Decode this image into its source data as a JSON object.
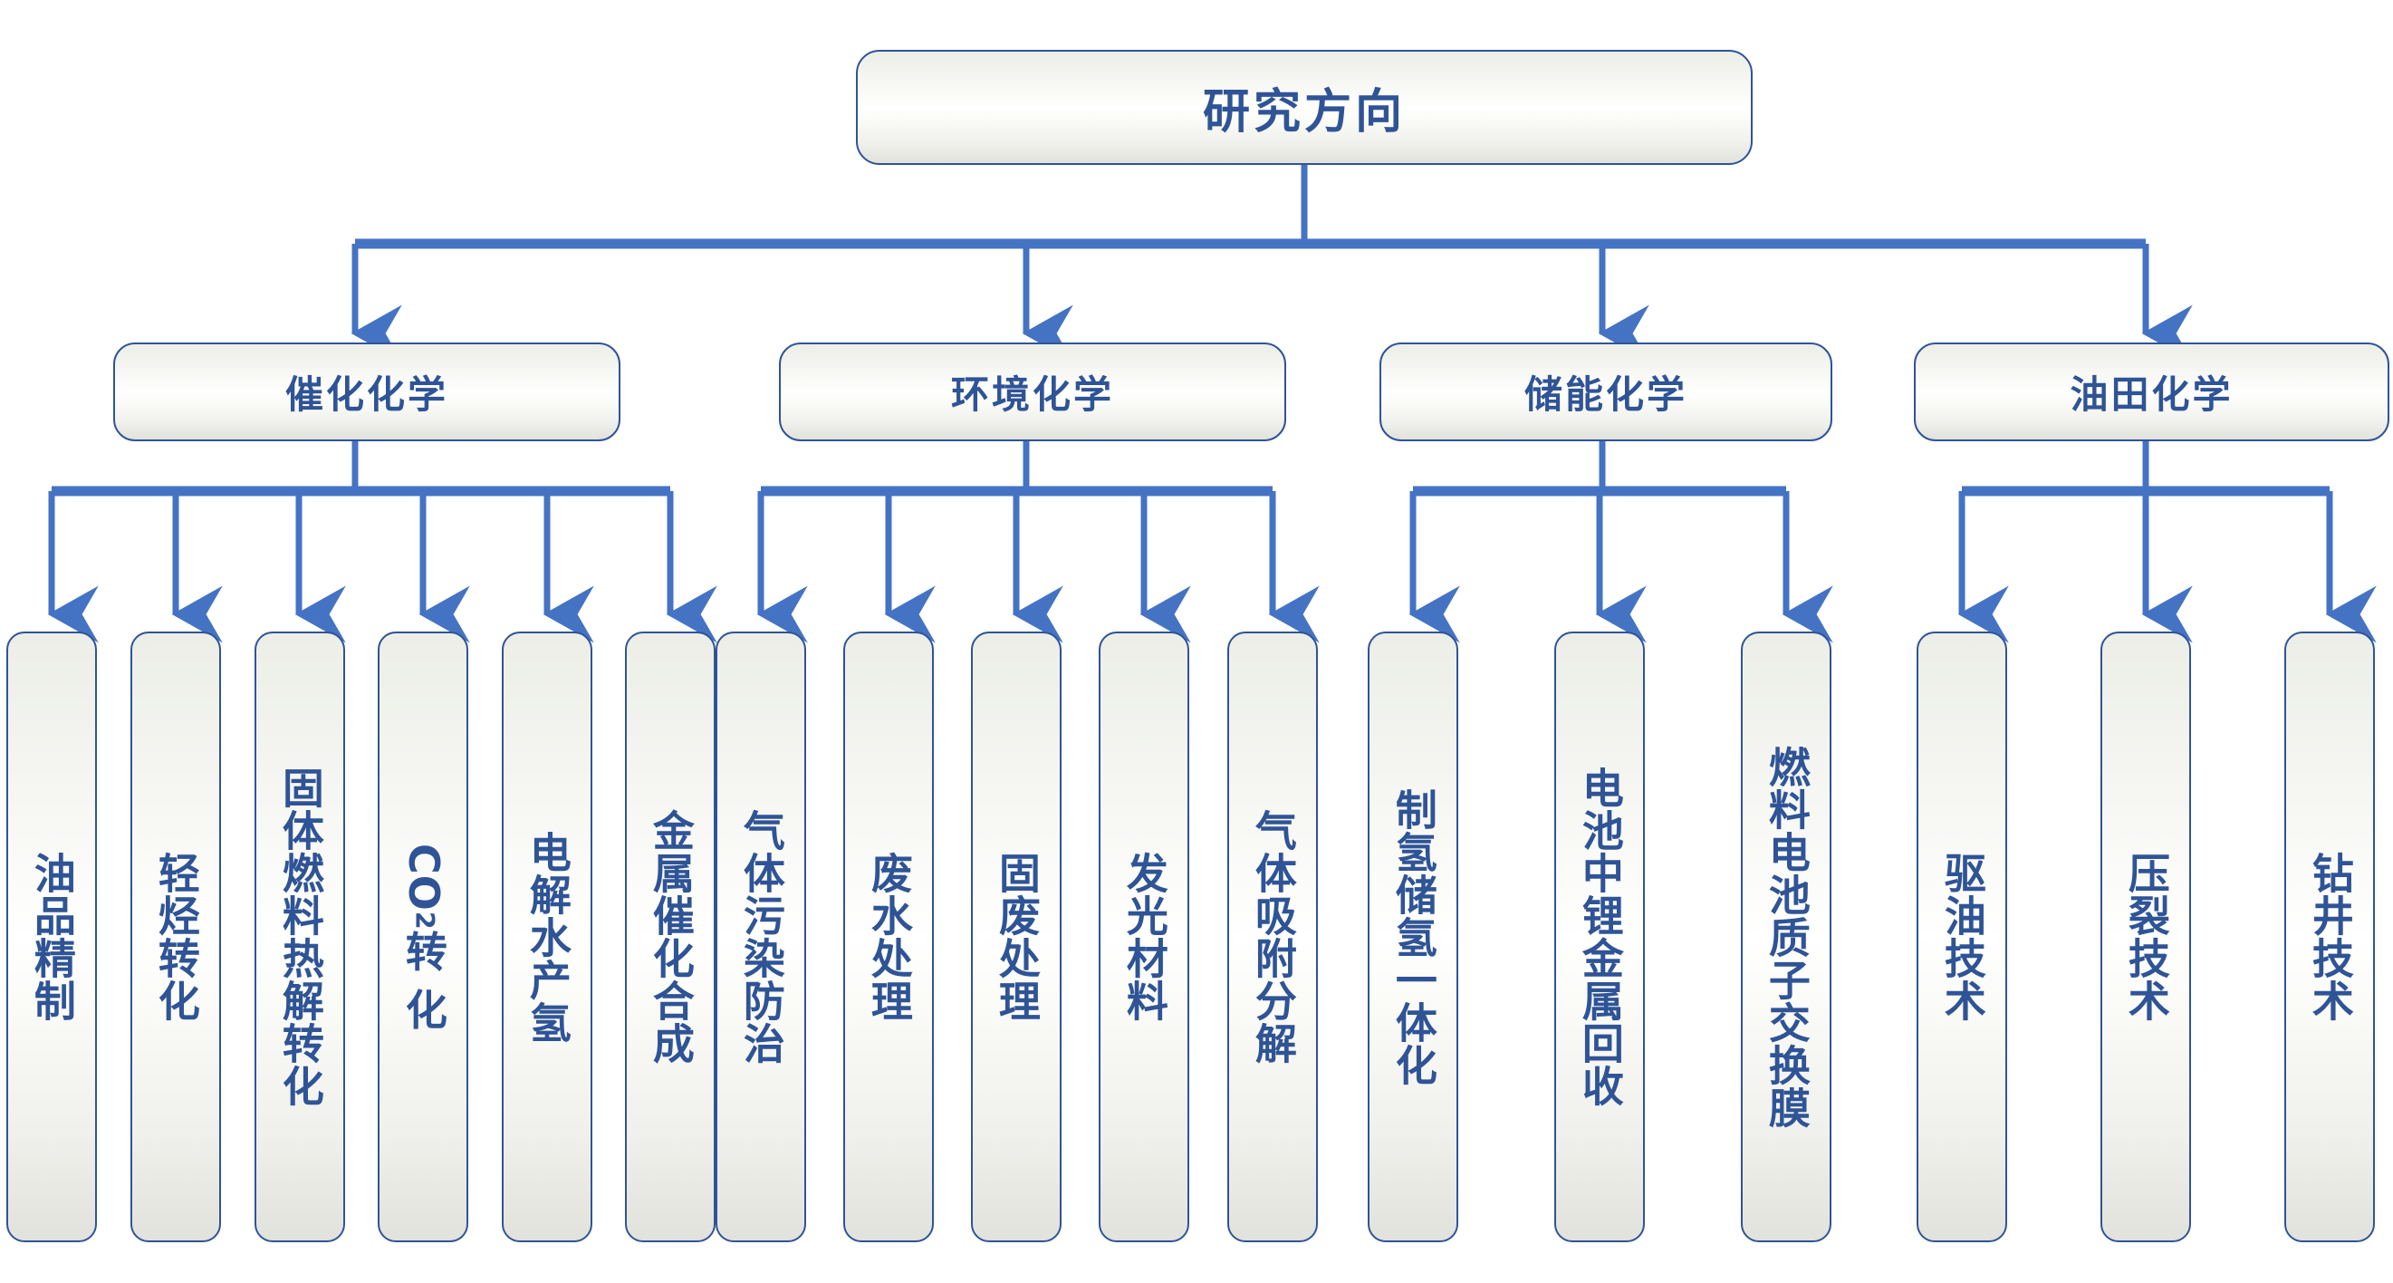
{
  "diagram": {
    "title": "研究方向",
    "type": "organization-tree",
    "colors": {
      "connector": "#4573c4",
      "node_border": "#2f5496",
      "text": "#2f5496",
      "node_fill_top": "#eceee7",
      "node_fill_mid": "#ffffff",
      "node_fill_bottom": "#e2e2dd",
      "background": "#ffffff"
    },
    "root": {
      "label": "研究方向"
    },
    "branches": [
      {
        "label": "催化化学",
        "children": [
          {
            "label": "油品精制"
          },
          {
            "label": "轻烃转化"
          },
          {
            "label": "固体燃料热解转化"
          },
          {
            "label": "CO2 转化",
            "formula": "CO",
            "sub": "2",
            "tail": "转 化"
          },
          {
            "label": "电解水产氢"
          },
          {
            "label": "金属催化合成"
          }
        ]
      },
      {
        "label": "环境化学",
        "children": [
          {
            "label": "气体污染防治"
          },
          {
            "label": "废水处理"
          },
          {
            "label": "固废处理"
          },
          {
            "label": "发光材料"
          },
          {
            "label": "气体吸附分解"
          }
        ]
      },
      {
        "label": "储能化学",
        "children": [
          {
            "label": "制氢储氢一体化"
          },
          {
            "label": "电池中锂金属回收"
          },
          {
            "label": "燃料电池质子交换膜"
          }
        ]
      },
      {
        "label": "油田化学",
        "children": [
          {
            "label": "驱油技术"
          },
          {
            "label": "压裂技术"
          },
          {
            "label": "钻井技术"
          }
        ]
      }
    ]
  }
}
